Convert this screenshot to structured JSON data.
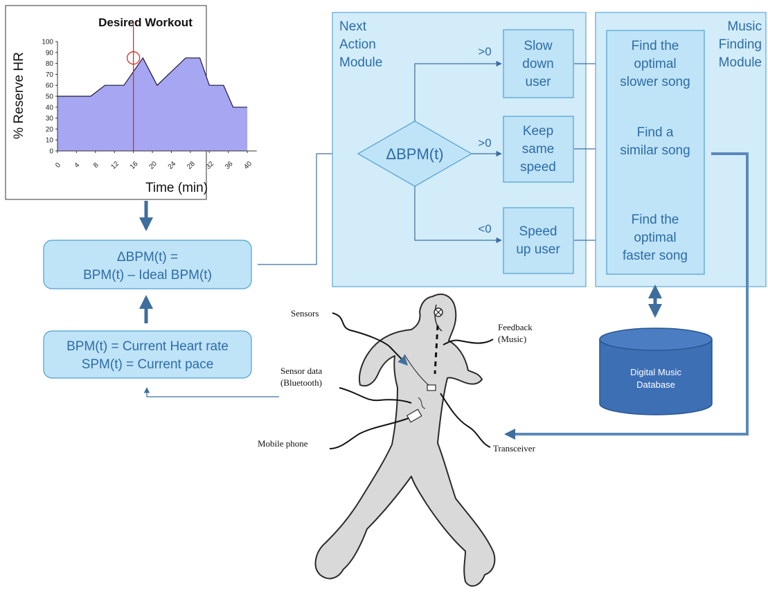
{
  "chart_data": {
    "type": "area",
    "title": "Desired Workout",
    "xlabel": "Time (min)",
    "ylabel": "% Reserve HR",
    "x": [
      0,
      7,
      10,
      14,
      18,
      21,
      27,
      30,
      32,
      35,
      37,
      40
    ],
    "y": [
      50,
      50,
      60,
      60,
      85,
      60,
      85,
      85,
      60,
      60,
      40,
      40
    ],
    "xlim": [
      0,
      42
    ],
    "ylim": [
      0,
      100
    ],
    "xticks": [
      "0",
      "4",
      "8",
      "12",
      "16",
      "20",
      "24",
      "28",
      "32",
      "36",
      "40"
    ],
    "yticks": [
      "0",
      "10",
      "20",
      "30",
      "40",
      "50",
      "60",
      "70",
      "80",
      "90",
      "100"
    ],
    "marker_x": 16,
    "fill_color": "#a6a6f2",
    "marker_color": "#e8251f"
  },
  "next_action": {
    "title_lines": [
      "Next",
      "Action",
      "Module"
    ],
    "decision": "ΔBPM(t)",
    "branch_labels": [
      ">0",
      ">0",
      "<0"
    ],
    "actions": [
      [
        "Slow",
        "down",
        "user"
      ],
      [
        "Keep",
        "same",
        "speed"
      ],
      [
        "Speed",
        "up user"
      ]
    ]
  },
  "music_finding": {
    "title_lines": [
      "Music",
      "Finding",
      "Module"
    ],
    "songs": [
      [
        "Find the",
        "optimal",
        "slower song"
      ],
      [
        "Find a",
        "similar song"
      ],
      [
        "Find the",
        "optimal",
        "faster song"
      ]
    ]
  },
  "database": {
    "lines": [
      "Digital Music",
      "Database"
    ],
    "color": "#3d6fb5"
  },
  "formula_box": [
    "ΔBPM(t) =",
    "BPM(t) – Ideal BPM(t)"
  ],
  "current_box": [
    "BPM(t) = Current Heart rate",
    "SPM(t) = Current pace"
  ],
  "runner_labels": {
    "sensors": "Sensors",
    "sensor_data": [
      "Sensor data",
      "(Bluetooth)"
    ],
    "mobile_phone": "Mobile phone",
    "feedback": [
      "Feedback",
      "(Music)"
    ],
    "transceiver": "Transceiver"
  },
  "colors": {
    "panel": "#d2ecfa",
    "box": "#bfe3f7",
    "text_blue": "#2d6ca8",
    "arrow_blue": "#3e6e9e"
  }
}
